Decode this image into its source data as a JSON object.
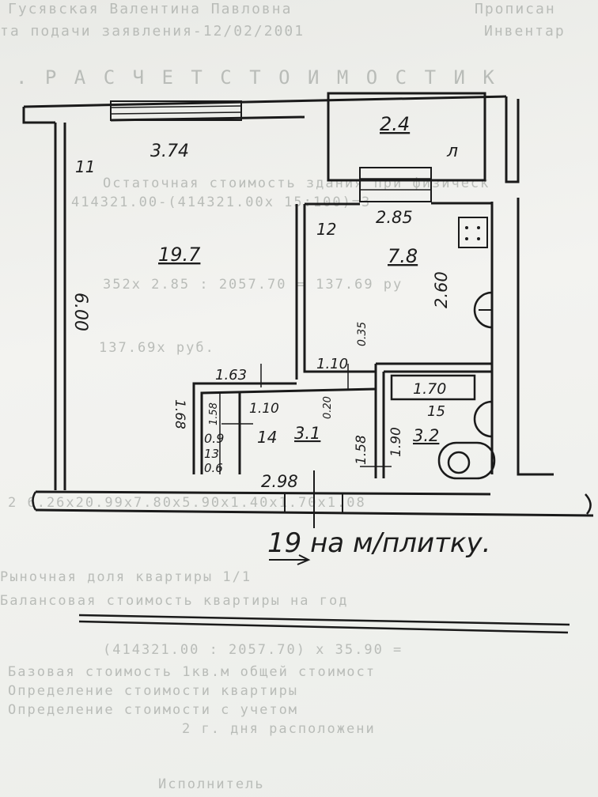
{
  "header": {
    "line1": "Гусявская Валентина Павловна",
    "line1_right": "Прописан",
    "line2": "та подачи заявления-12/02/2001",
    "line2_right": "Инвентар",
    "title": ". Р А С Ч Е Т   С Т О И М О С Т И   К"
  },
  "background_text": [
    "Остаточная стоимость здания при физическ",
    "414321.00-(414321.00х 15:100)=3",
    "Базовая стоимость 1кв.м общей стоимост",
    "352х 2.85 : 2057.70 = 137.69 ру",
    "Определение стоимости квартиры",
    "137.69х              руб.",
    "Определение стоимости с учетом",
    "2    г. дня расположени",
    "2 6.26х20.99х7.80х5.90х1.40х1.70х1.08",
    "Рыночная доля квартиры 1/1",
    "Балансовая стоимость квартиры на год",
    "(414321.00 : 2057.70) х 35.90 =",
    "Исполнитель"
  ],
  "plan": {
    "rooms": [
      {
        "number": "11",
        "area": "19.7"
      },
      {
        "number": "12",
        "area": "7.8"
      },
      {
        "number": "13",
        "area": "0.9"
      },
      {
        "number": "14",
        "area": "3.1"
      },
      {
        "number": "15",
        "area": "3.2"
      },
      {
        "number": "",
        "area": "2.4"
      }
    ],
    "dimensions": {
      "room11_width": "3.74",
      "room11_height": "6.00",
      "kitchen_width": "2.85",
      "kitchen_height": "2.60",
      "hall_left": "1.63",
      "hall_left_height": "1.68",
      "closet_top": "1.10",
      "closet_side": "1.58",
      "closet_bottom": "0.6",
      "corridor_top": "1.10",
      "gap": "0.35",
      "gap2": "0.20",
      "hall_bottom": "2.98",
      "hall_right": "1.58",
      "bath_side": "1.90",
      "bath_tub": "1.70",
      "balcony_mark": "л"
    },
    "note": "19 на м/плитку."
  }
}
